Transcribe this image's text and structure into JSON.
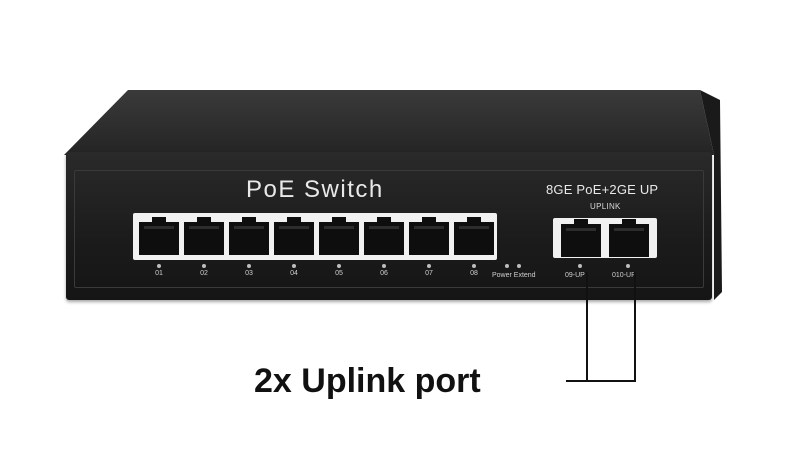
{
  "device": {
    "title": "PoE Switch",
    "model": "8GE PoE+2GE UP",
    "uplink_header": "UPLINK",
    "power_extend_label": "Power Extend",
    "ports": [
      "01",
      "02",
      "03",
      "04",
      "05",
      "06",
      "07",
      "08"
    ],
    "uplink_ports": [
      "09-UP",
      "010-UP"
    ],
    "colors": {
      "body": "#1b1b1b",
      "panel_text": "#e9e9e9",
      "port_strip": "#f1f1f1"
    }
  },
  "annotation": {
    "text": "2x Uplink port"
  }
}
